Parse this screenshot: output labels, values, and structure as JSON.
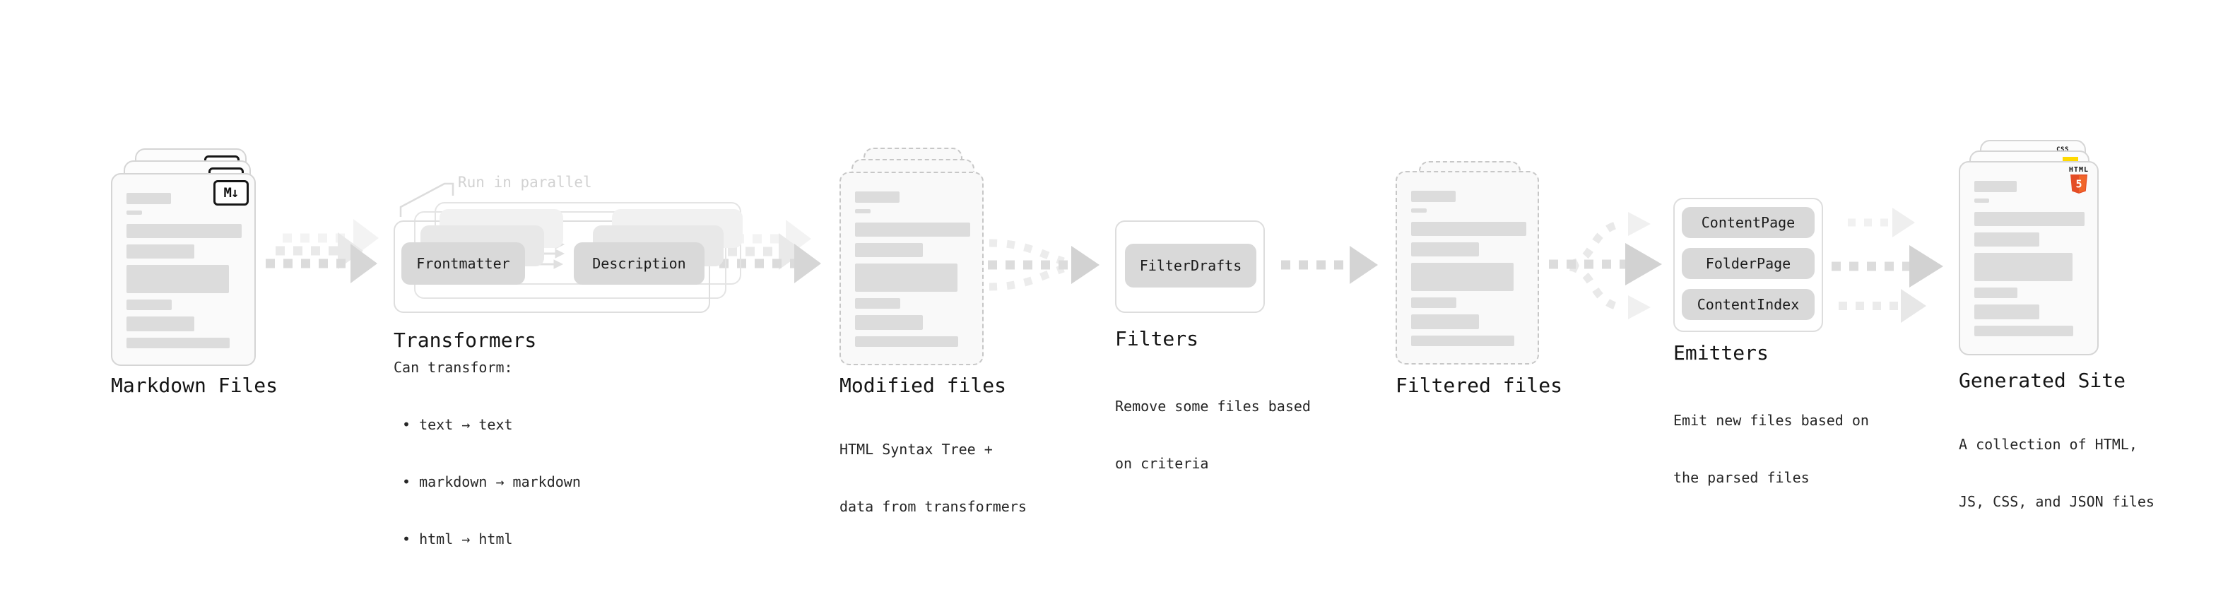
{
  "stages": {
    "markdown_files": {
      "label": "Markdown Files",
      "badge": "M↓"
    },
    "transformers": {
      "label": "Transformers",
      "note": "Run in parallel",
      "buttons": [
        "Frontmatter",
        "Description"
      ],
      "caption_title": "Can transform:",
      "bullets": [
        "• text → text",
        "• markdown → markdown",
        "• html → html"
      ]
    },
    "modified_files": {
      "label": "Modified files",
      "caption": [
        "HTML Syntax Tree +",
        "data from transformers"
      ]
    },
    "filters": {
      "label": "Filters",
      "buttons": [
        "FilterDrafts"
      ],
      "caption": [
        "Remove some files based",
        "on criteria"
      ]
    },
    "filtered_files": {
      "label": "Filtered files"
    },
    "emitters": {
      "label": "Emitters",
      "buttons": [
        "ContentPage",
        "FolderPage",
        "ContentIndex"
      ],
      "caption": [
        "Emit new files based on",
        "the parsed files"
      ]
    },
    "generated_site": {
      "label": "Generated Site",
      "caption": [
        "A collection of HTML,",
        "JS, CSS, and JSON files"
      ],
      "badges": {
        "html_word": "HTML",
        "html_number": "5",
        "css": "CSS"
      }
    }
  },
  "colors": {
    "html5_orange": "#e44d26",
    "html5_orange_light": "#f16529",
    "js_yellow": "#ffd900",
    "css_blue": "#2760e6",
    "bar_gray": "#dcdcdc"
  }
}
